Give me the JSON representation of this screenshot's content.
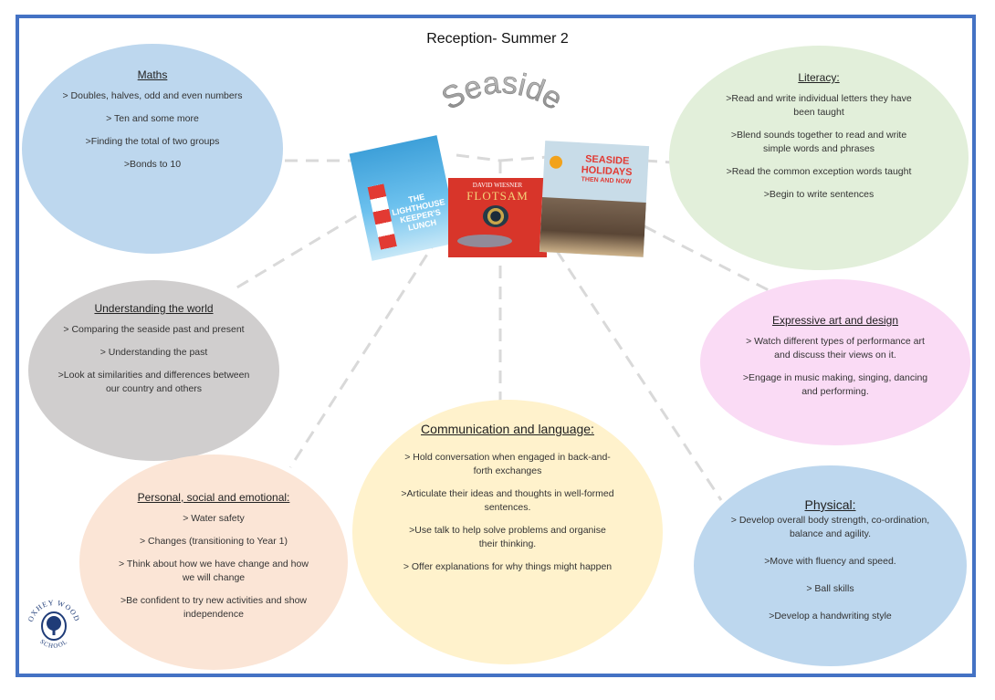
{
  "title": "Reception- Summer 2",
  "topic_word": "Seaside",
  "books": {
    "flotsam_author": "DAVID WIESNER",
    "flotsam_title": "FLOTSAM",
    "lighthouse_title": "THE LIGHTHOUSE KEEPER'S LUNCH",
    "holidays_title": "SEASIDE HOLIDAYS",
    "holidays_subtitle": "THEN AND NOW"
  },
  "school_logo": {
    "text_top": "OXHEY WOOD",
    "text_bottom": "SCHOOL"
  },
  "maths": {
    "heading": "Maths",
    "items": [
      "> Doubles, halves, odd and even numbers",
      "> Ten and some more",
      ">Finding the total of two groups",
      ">Bonds to 10"
    ]
  },
  "literacy": {
    "heading": "Literacy:",
    "items": [
      ">Read and write individual letters they have been taught",
      ">Blend sounds together to read and write simple words and phrases",
      ">Read the common exception words taught",
      ">Begin to write sentences"
    ]
  },
  "world": {
    "heading": "Understanding the world",
    "items": [
      "> Comparing the seaside past and present",
      "> Understanding the past",
      ">Look at similarities and differences between our country and others"
    ]
  },
  "art": {
    "heading": "Expressive art and design",
    "items": [
      "> Watch different types of performance art and discuss their views on it.",
      ">Engage in music making, singing, dancing and performing."
    ]
  },
  "personal": {
    "heading": "Personal, social and emotional:",
    "items": [
      "> Water safety",
      "> Changes (transitioning to Year 1)",
      "> Think about how we have change and how we will change",
      ">Be confident to try new activities and show independence"
    ]
  },
  "communication": {
    "heading": "Communication and language:",
    "items": [
      "> Hold conversation when engaged in back-and-forth exchanges",
      ">Articulate their ideas and thoughts in well-formed sentences.",
      ">Use talk to help solve problems and organise their thinking.",
      "> Offer explanations for why things might happen"
    ]
  },
  "physical": {
    "heading": "Physical:",
    "items": [
      "> Develop overall body strength, co-ordination, balance and agility.",
      ">Move with fluency and speed.",
      "> Ball skills",
      ">Develop a handwriting style"
    ]
  }
}
